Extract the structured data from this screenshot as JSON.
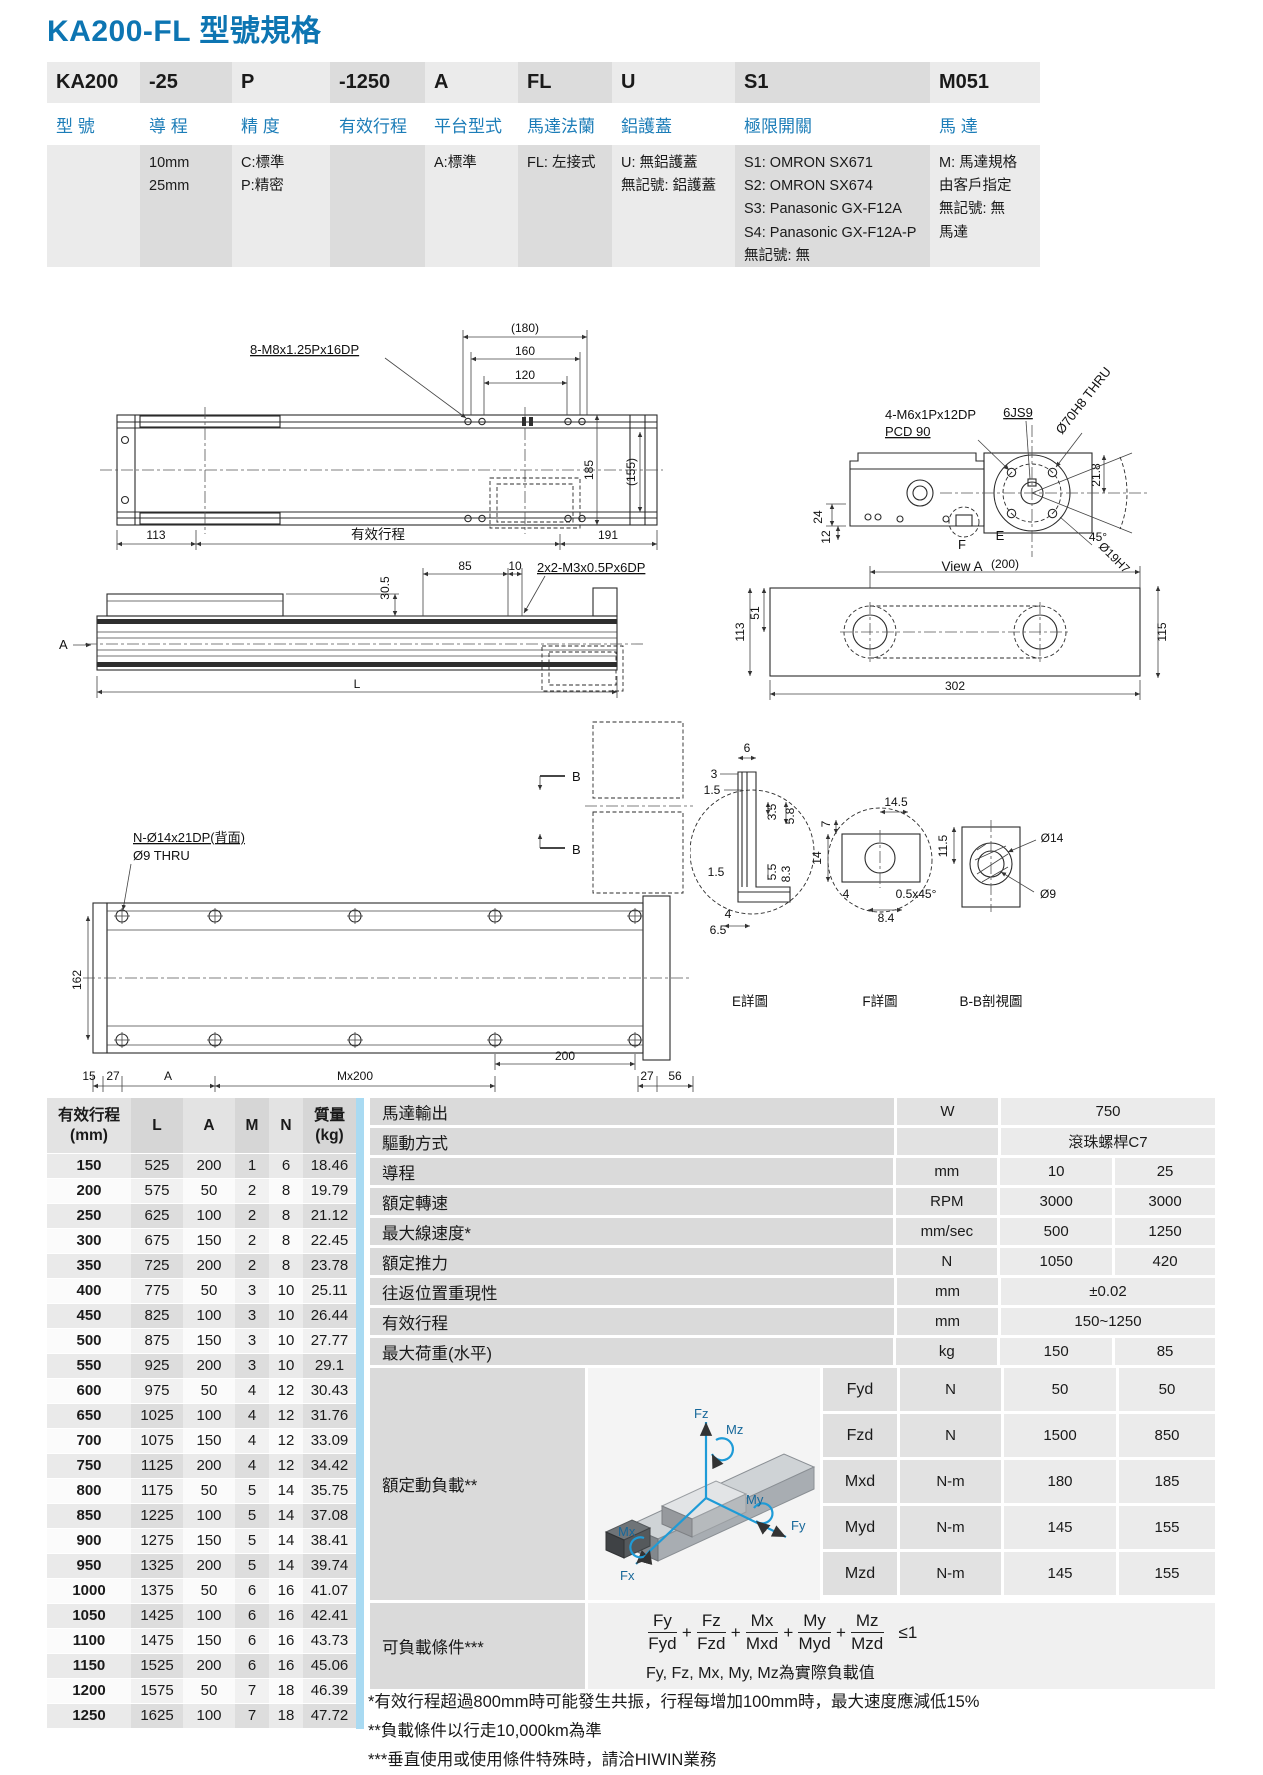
{
  "page_title": "KA200-FL 型號規格",
  "model_table": {
    "columns": [
      {
        "code": "KA200",
        "label": "型 號",
        "desc": ""
      },
      {
        "code": "-25",
        "label": "導 程",
        "desc": "10mm\n25mm"
      },
      {
        "code": "P",
        "label": "精 度",
        "desc": "C:標準\nP:精密"
      },
      {
        "code": "-1250",
        "label": "有效行程",
        "desc": ""
      },
      {
        "code": "A",
        "label": "平台型式",
        "desc": "A:標準"
      },
      {
        "code": "FL",
        "label": "馬達法蘭",
        "desc": "FL: 左接式"
      },
      {
        "code": "U",
        "label": "鋁護蓋",
        "desc": "U: 無鋁護蓋\n無記號: 鋁護蓋"
      },
      {
        "code": "S1",
        "label": "極限開關",
        "desc": "S1: OMRON SX671\nS2: OMRON SX674\nS3: Panasonic GX-F12A\nS4: Panasonic GX-F12A-P\n無記號: 無"
      },
      {
        "code": "M051",
        "label": "馬 達",
        "desc": "M: 馬達規格\n由客戶指定\n無記號: 無\n馬達"
      }
    ]
  },
  "drawings": {
    "plan": {
      "d180": "(180)",
      "d160": "160",
      "d120": "120",
      "callout": "8-M8x1.25Px16DP",
      "d185": "185",
      "d155": "(155)",
      "d113": "113",
      "stroke": "有效行程",
      "d191": "191"
    },
    "viewa": {
      "c1": "4-M6x1Px12DP",
      "c2": "PCD 90",
      "key": "6JS9",
      "bore": "Ø70H8 THRU",
      "shaft": "Ø19H7",
      "d218": "21.8",
      "d45": "45°",
      "d24": "24",
      "d12": "12",
      "f": "F",
      "e": "E",
      "caption": "View A"
    },
    "side": {
      "a": "A",
      "d305": "30.5",
      "d85": "85",
      "d10": "10",
      "callout": "2x2-M3x0.5Px6DP",
      "l": "L"
    },
    "plate": {
      "d200": "(200)",
      "d113": "113",
      "d51": "51",
      "d302": "302",
      "d115": "115"
    },
    "bottom": {
      "c1": "N-Ø14x21DP(背面)",
      "c2": "Ø9 THRU",
      "b1": "B",
      "b2": "B",
      "d162": "162",
      "d15": "15",
      "d27a": "27",
      "a": "A",
      "dmx": "Mx200",
      "d200": "200",
      "d27b": "27",
      "d56": "56"
    },
    "detE": {
      "caption": "E詳圖",
      "d6": "6",
      "d3": "3",
      "d15a": "1.5",
      "d35": "3.5",
      "d58": "5.8",
      "d15b": "1.5",
      "d55": "5.5",
      "d83": "8.3",
      "d4": "4",
      "d65": "6.5"
    },
    "detF": {
      "caption": "F詳圖",
      "d145": "14.5",
      "d7": "7",
      "d14": "14",
      "d4": "4",
      "dch": "0.5x45°",
      "d84": "8.4"
    },
    "detBB": {
      "caption": "B-B剖視圖",
      "d115": "11.5",
      "d14": "Ø14",
      "d9": "Ø9"
    }
  },
  "stroke_table": {
    "headers": [
      "有效行程\n(mm)",
      "L",
      "A",
      "M",
      "N",
      "質量\n(kg)"
    ],
    "rows": [
      [
        "150",
        "525",
        "200",
        "1",
        "6",
        "18.46"
      ],
      [
        "200",
        "575",
        "50",
        "2",
        "8",
        "19.79"
      ],
      [
        "250",
        "625",
        "100",
        "2",
        "8",
        "21.12"
      ],
      [
        "300",
        "675",
        "150",
        "2",
        "8",
        "22.45"
      ],
      [
        "350",
        "725",
        "200",
        "2",
        "8",
        "23.78"
      ],
      [
        "400",
        "775",
        "50",
        "3",
        "10",
        "25.11"
      ],
      [
        "450",
        "825",
        "100",
        "3",
        "10",
        "26.44"
      ],
      [
        "500",
        "875",
        "150",
        "3",
        "10",
        "27.77"
      ],
      [
        "550",
        "925",
        "200",
        "3",
        "10",
        "29.1"
      ],
      [
        "600",
        "975",
        "50",
        "4",
        "12",
        "30.43"
      ],
      [
        "650",
        "1025",
        "100",
        "4",
        "12",
        "31.76"
      ],
      [
        "700",
        "1075",
        "150",
        "4",
        "12",
        "33.09"
      ],
      [
        "750",
        "1125",
        "200",
        "4",
        "12",
        "34.42"
      ],
      [
        "800",
        "1175",
        "50",
        "5",
        "14",
        "35.75"
      ],
      [
        "850",
        "1225",
        "100",
        "5",
        "14",
        "37.08"
      ],
      [
        "900",
        "1275",
        "150",
        "5",
        "14",
        "38.41"
      ],
      [
        "950",
        "1325",
        "200",
        "5",
        "14",
        "39.74"
      ],
      [
        "1000",
        "1375",
        "50",
        "6",
        "16",
        "41.07"
      ],
      [
        "1050",
        "1425",
        "100",
        "6",
        "16",
        "42.41"
      ],
      [
        "1100",
        "1475",
        "150",
        "6",
        "16",
        "43.73"
      ],
      [
        "1150",
        "1525",
        "200",
        "6",
        "16",
        "45.06"
      ],
      [
        "1200",
        "1575",
        "50",
        "7",
        "18",
        "46.39"
      ],
      [
        "1250",
        "1625",
        "100",
        "7",
        "18",
        "47.72"
      ]
    ]
  },
  "spec_table": {
    "rows": [
      {
        "label": "馬達輸出",
        "unit": "W",
        "span": "750"
      },
      {
        "label": "驅動方式",
        "unit": "",
        "span": "滾珠螺桿C7"
      },
      {
        "label": "導程",
        "unit": "mm",
        "v1": "10",
        "v2": "25"
      },
      {
        "label": "額定轉速",
        "unit": "RPM",
        "v1": "3000",
        "v2": "3000"
      },
      {
        "label": "最大線速度*",
        "unit": "mm/sec",
        "v1": "500",
        "v2": "1250"
      },
      {
        "label": "額定推力",
        "unit": "N",
        "v1": "1050",
        "v2": "420"
      },
      {
        "label": "往返位置重現性",
        "unit": "mm",
        "span": "±0.02"
      },
      {
        "label": "有效行程",
        "unit": "mm",
        "span": "150~1250"
      },
      {
        "label": "最大荷重(水平)",
        "unit": "kg",
        "v1": "150",
        "v2": "85"
      }
    ],
    "dynamic_load": {
      "label": "額定動負載**",
      "axes": [
        "Fz",
        "Mz",
        "My",
        "Fy",
        "Mx",
        "Fx"
      ],
      "arrow_color": "#1E9BD7",
      "rows": [
        {
          "name": "Fyd",
          "unit": "N",
          "v1": "50",
          "v2": "50"
        },
        {
          "name": "Fzd",
          "unit": "N",
          "v1": "1500",
          "v2": "850"
        },
        {
          "name": "Mxd",
          "unit": "N-m",
          "v1": "180",
          "v2": "185"
        },
        {
          "name": "Myd",
          "unit": "N-m",
          "v1": "145",
          "v2": "155"
        },
        {
          "name": "Mzd",
          "unit": "N-m",
          "v1": "145",
          "v2": "155"
        }
      ]
    },
    "load_condition": {
      "label": "可負載條件***",
      "fractions": [
        {
          "n": "Fy",
          "d": "Fyd",
          "plus": "+"
        },
        {
          "n": "Fz",
          "d": "Fzd",
          "plus": "+"
        },
        {
          "n": "Mx",
          "d": "Mxd",
          "plus": "+"
        },
        {
          "n": "My",
          "d": "Myd",
          "plus": "+"
        },
        {
          "n": "Mz",
          "d": "Mzd",
          "plus": ""
        }
      ],
      "condition": "≤1",
      "note": "Fy, Fz, Mx, My, Mz為實際負載值"
    }
  },
  "footnotes": [
    "*有效行程超過800mm時可能發生共振，行程每增加100mm時，最大速度應減低15%",
    "**負載條件以行走10,000km為準",
    "***垂直使用或使用條件特殊時，請洽HIWIN業務"
  ],
  "colors": {
    "title_blue": "#0d75b2",
    "label_blue": "#1c7db8",
    "strip_blue": "#A9DAF2"
  }
}
